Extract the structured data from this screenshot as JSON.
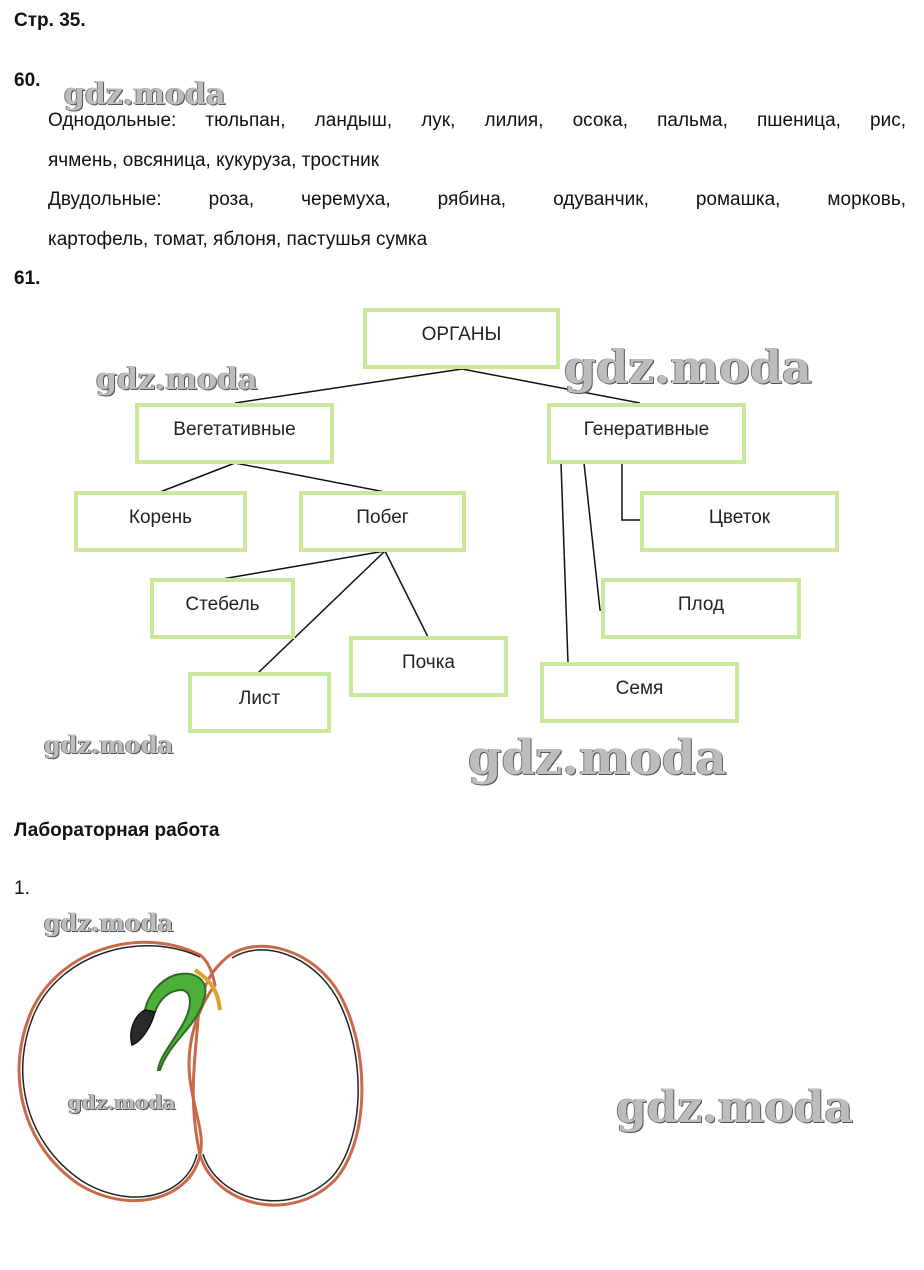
{
  "page_title": "Стр. 35.",
  "task60": {
    "number": "60.",
    "monocots_line1": "Однодольные: тюльпан, ландыш, лук, лилия, осока, пальма, пшеница, рис,",
    "monocots_line2": "ячмень, овсяница, кукуруза, тростник",
    "dicots_line1": "Двудольные: роза, черемуха, рябина, одуванчик, ромашка, морковь,",
    "dicots_line2": "картофель, томат, яблоня, пастушья сумка"
  },
  "task61": {
    "number": "61.",
    "root": "ОРГАНЫ",
    "vegetative": "Вегетативные",
    "generative": "Генеративные",
    "root_organ": "Корень",
    "shoot": "Побег",
    "stem": "Стебель",
    "bud": "Почка",
    "leaf": "Лист",
    "flower": "Цветок",
    "fruit": "Плод",
    "seed": "Семя"
  },
  "lab": {
    "title": "Лабораторная работа",
    "item_number": "1."
  },
  "watermark_text": "gdz.moda",
  "colors": {
    "box_border": "#c9e89a",
    "seed_outline": "#c86a4a",
    "embryo_green": "#4caf3a"
  }
}
